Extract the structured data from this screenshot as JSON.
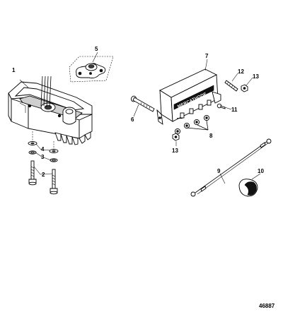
{
  "figure_number": "46887",
  "regulator_label": "MERCATHODE",
  "callouts": [
    {
      "id": "1",
      "label": "1"
    },
    {
      "id": "2",
      "label": "2"
    },
    {
      "id": "3",
      "label": "3"
    },
    {
      "id": "4",
      "label": "4"
    },
    {
      "id": "5",
      "label": "5"
    },
    {
      "id": "6",
      "label": "6"
    },
    {
      "id": "7",
      "label": "7"
    },
    {
      "id": "8",
      "label": "8"
    },
    {
      "id": "9",
      "label": "9"
    },
    {
      "id": "10",
      "label": "10"
    },
    {
      "id": "11",
      "label": "11"
    },
    {
      "id": "12",
      "label": "12"
    },
    {
      "id": "13a",
      "label": "13"
    },
    {
      "id": "13b",
      "label": "13"
    }
  ]
}
